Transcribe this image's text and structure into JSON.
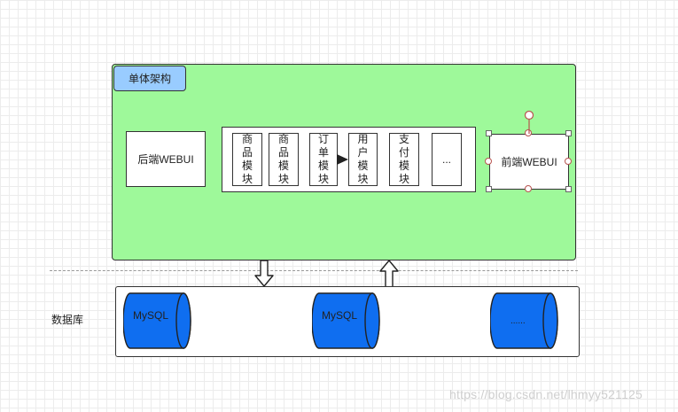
{
  "architecture": {
    "title": "单体架构",
    "backend_label": "后端WEBUI",
    "frontend_label": "前端WEBUI",
    "modules": [
      {
        "label": "商\n品\n模\n块"
      },
      {
        "label": "商\n品\n模\n块"
      },
      {
        "label": "订\n单\n模\n块"
      },
      {
        "label": "用\n户\n模\n块"
      },
      {
        "label": "支\n付\n模\n块"
      },
      {
        "label": "..."
      }
    ]
  },
  "database": {
    "label": "数据库",
    "items": [
      {
        "label": "MySQL"
      },
      {
        "label": "MySQL"
      },
      {
        "label": "......"
      }
    ]
  },
  "watermark": "https://blog.csdn.net/lhmyy521125",
  "colors": {
    "container_fill": "#9ef99a",
    "title_fill": "#99ccff",
    "db_fill": "#0f6ef0"
  }
}
